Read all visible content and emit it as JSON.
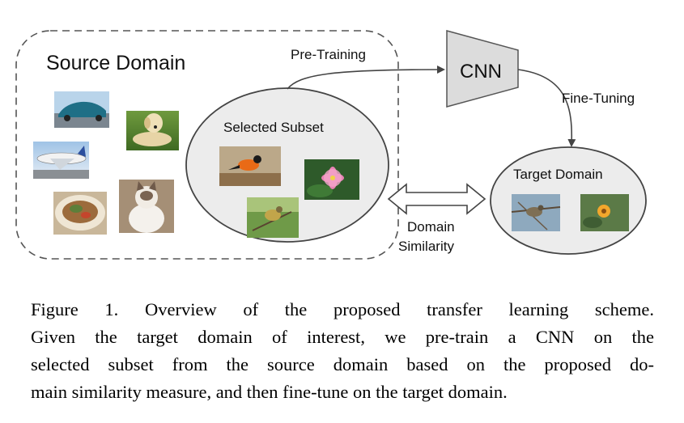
{
  "diagram": {
    "source_domain_label": "Source Domain",
    "selected_subset_label": "Selected Subset",
    "cnn_label": "CNN",
    "pre_training_label": "Pre-Training",
    "fine_tuning_label": "Fine-Tuning",
    "target_domain_label": "Target Domain",
    "domain_similarity_line1": "Domain",
    "domain_similarity_line2": "Similarity",
    "source_images": [
      "car-photo",
      "dog-photo",
      "airplane-photo",
      "food-photo",
      "cat-photo"
    ],
    "subset_images": [
      "oriole-bird-photo",
      "lotus-flower-photo",
      "sparrow-bird-photo"
    ],
    "target_images": [
      "perched-bird-photo",
      "yellow-flower-photo"
    ]
  },
  "caption": {
    "lines": [
      "Figure 1. Overview of the proposed transfer learning scheme.",
      "Given the target domain of interest, we pre-train a CNN on the",
      "selected subset from the source domain based on the proposed do-",
      "main similarity measure, and then fine-tune on the target domain."
    ]
  }
}
